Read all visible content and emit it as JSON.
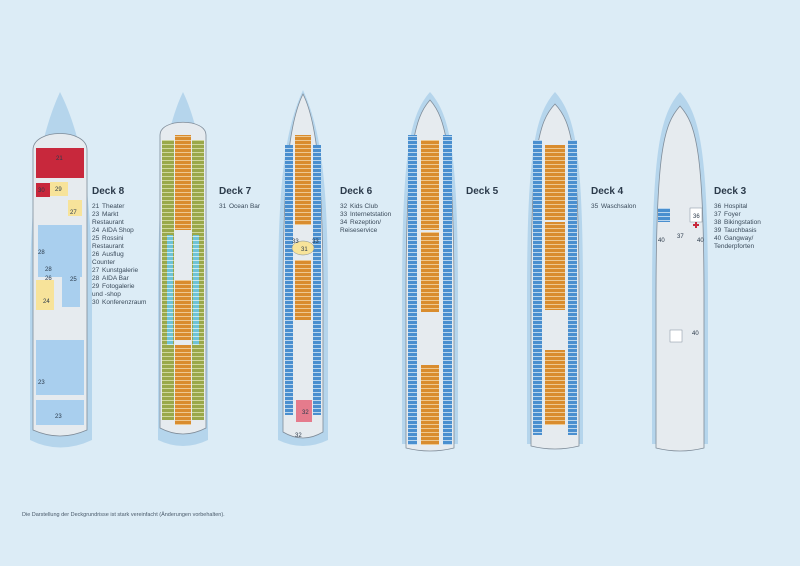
{
  "decks": [
    {
      "title": "Deck 8",
      "legend": [
        {
          "n": "21",
          "t": "Theater"
        },
        {
          "n": "23",
          "t": "Markt\nRestaurant"
        },
        {
          "n": "24",
          "t": "AIDA Shop"
        },
        {
          "n": "25",
          "t": "Rossini\nRestaurant"
        },
        {
          "n": "26",
          "t": "Ausflug\nCounter"
        },
        {
          "n": "27",
          "t": "Kunstgalerie"
        },
        {
          "n": "28",
          "t": "AIDA Bar"
        },
        {
          "n": "29",
          "t": "Fotogalerie\nund -shop"
        },
        {
          "n": "30",
          "t": "Konferenzraum"
        }
      ]
    },
    {
      "title": "Deck 7",
      "legend": [
        {
          "n": "31",
          "t": "Ocean Bar"
        }
      ]
    },
    {
      "title": "Deck 6",
      "legend": [
        {
          "n": "32",
          "t": "Kids Club"
        },
        {
          "n": "33",
          "t": "Internetstation"
        },
        {
          "n": "34",
          "t": "Rezeption/\nReiseservice"
        }
      ]
    },
    {
      "title": "Deck 5",
      "legend": []
    },
    {
      "title": "Deck 4",
      "legend": [
        {
          "n": "35",
          "t": "Waschsalon"
        }
      ]
    },
    {
      "title": "Deck 3",
      "legend": [
        {
          "n": "36",
          "t": "Hospital"
        },
        {
          "n": "37",
          "t": "Foyer"
        },
        {
          "n": "38",
          "t": "Bikingstation"
        },
        {
          "n": "39",
          "t": "Tauchbasis"
        },
        {
          "n": "40",
          "t": "Gangway/\nTenderpforten"
        }
      ]
    }
  ],
  "map_labels": {
    "d8": [
      "21",
      "30",
      "29",
      "27",
      "28",
      "28",
      "25",
      "26",
      "24",
      "23",
      "23"
    ],
    "d6": [
      "33",
      "31",
      "33",
      "32",
      "32"
    ],
    "d3": [
      "36",
      "40",
      "37",
      "40",
      "40"
    ]
  },
  "footnote": "Die Darstellung der Deckgrundrisse ist stark vereinfacht (Änderungen vorbehalten).",
  "colors": {
    "background": "#dcecf6",
    "hull_shadow": "#b5d5ec",
    "hull": "#e6ebef",
    "cabin_blue": "#4a8fcf",
    "cabin_orange": "#d98c2e",
    "cabin_green": "#9aa84a",
    "accent_red": "#c8283c"
  }
}
